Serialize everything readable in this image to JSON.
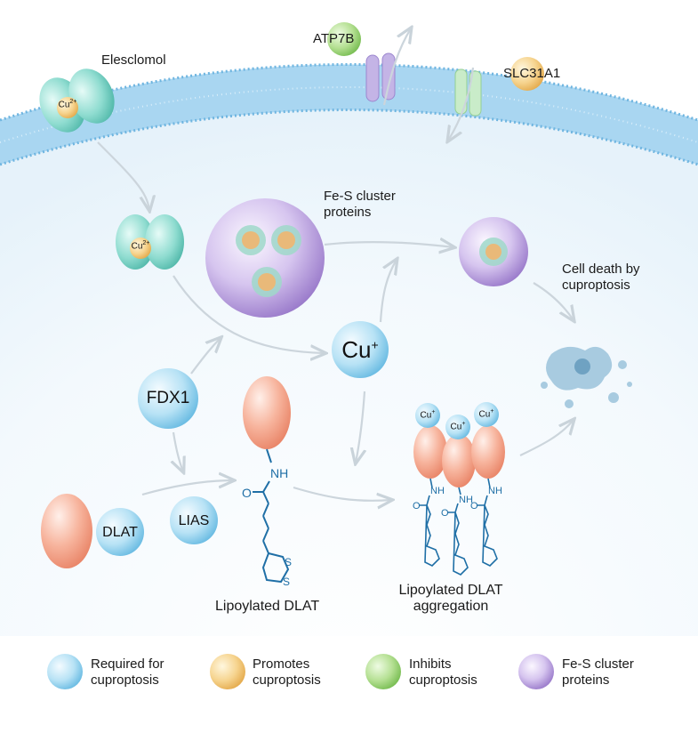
{
  "labels": {
    "elesclomol": "Elesclomol",
    "atp7b": "ATP7B",
    "slc31a1": "SLC31A1",
    "fes_cluster": "Fe-S cluster\nproteins",
    "cell_death": "Cell death by\ncuproptosis",
    "cu_plus": "Cu",
    "cu_plus_sup": "+",
    "fdx1": "FDX1",
    "dlat": "DLAT",
    "lias": "LIAS",
    "lipoylated_dlat": "Lipoylated DLAT",
    "lipoylated_dlat_aggregation": "Lipoylated DLAT\naggregation",
    "cu_small": "Cu",
    "cu_small_sup": "+",
    "cu2_complex": "Cu",
    "cu2_sup": "2+"
  },
  "chemistry": {
    "nh": "NH",
    "o": "O",
    "s": "S"
  },
  "legend": [
    {
      "key": "required",
      "text": "Required for\ncuproptosis",
      "color": "#8fd0ef"
    },
    {
      "key": "promotes",
      "text": "Promotes\ncuproptosis",
      "color": "#f2c06a"
    },
    {
      "key": "inhibits",
      "text": "Inhibits\ncuproptosis",
      "color": "#8fcd6a"
    },
    {
      "key": "fes",
      "text": "Fe-S cluster\nproteins",
      "color": "#a78ad0"
    }
  ],
  "colors": {
    "required_blue": "#8fd0ef",
    "promotes_orange": "#f2c06a",
    "inhibits_green": "#8fcd6a",
    "fes_purple": "#a78ad0",
    "dlat_salmon": "#f29a7e",
    "membrane": "#8ec8ea",
    "chem_blue": "#1f6fa6"
  }
}
